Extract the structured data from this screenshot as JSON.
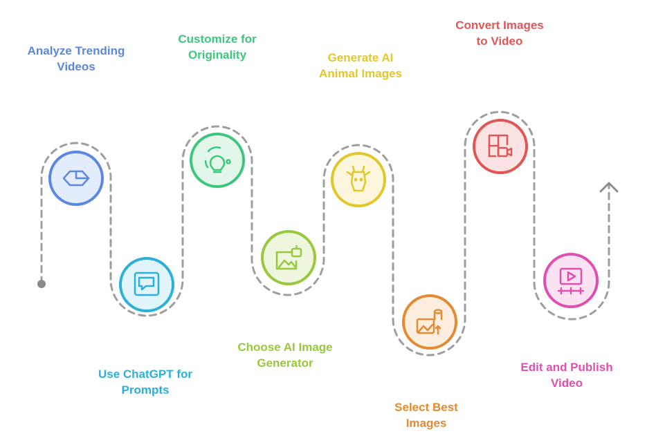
{
  "steps": [
    {
      "id": "analyze",
      "icon": "box-icon",
      "color": "#5B87E0",
      "fill": "#E3ECFA",
      "line1": "Analyze Trending",
      "line2": "Videos"
    },
    {
      "id": "chatgpt",
      "icon": "chat-icon",
      "color": "#2BB0DA",
      "fill": "#E1F4FA",
      "line1": "Use ChatGPT for",
      "line2": "Prompts"
    },
    {
      "id": "customize",
      "icon": "lightbulb-icon",
      "color": "#3DC77E",
      "fill": "#E2F7EA",
      "line1": "Customize for",
      "line2": "Originality"
    },
    {
      "id": "generator",
      "icon": "ai-image-icon",
      "color": "#98C83C",
      "fill": "#EEF6DE",
      "line1": "Choose AI Image",
      "line2": "Generator"
    },
    {
      "id": "generate",
      "icon": "giraffe-icon",
      "color": "#E2C62A",
      "fill": "#FBF6DC",
      "line1": "Generate AI",
      "line2": "Animal Images"
    },
    {
      "id": "select",
      "icon": "image-database-icon",
      "color": "#E38A33",
      "fill": "#FCEEDF",
      "line1": "Select Best",
      "line2": "Images"
    },
    {
      "id": "convert",
      "icon": "video-grid-icon",
      "color": "#E25555",
      "fill": "#FBE3E3",
      "line1": "Convert Images",
      "line2": "to Video"
    },
    {
      "id": "publish",
      "icon": "video-timeline-icon",
      "color": "#DE4FAE",
      "fill": "#FAE2F2",
      "line1": "Edit and Publish",
      "line2": "Video"
    }
  ]
}
